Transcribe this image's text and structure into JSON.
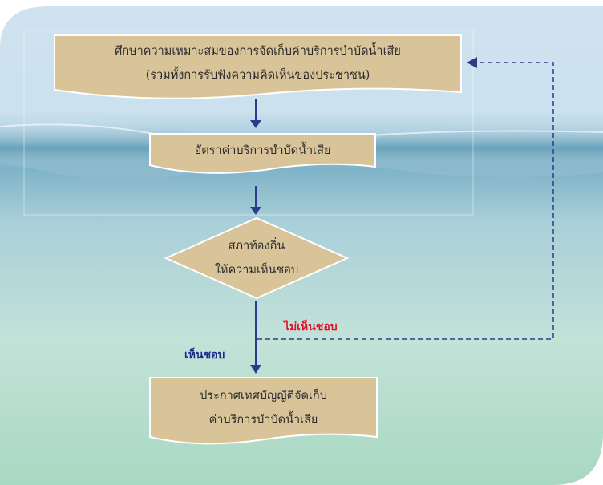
{
  "diagram": {
    "nodes": {
      "study": {
        "line1": "ศึกษาความเหมาะสมของการจัดเก็บค่าบริการบำบัดน้ำเสีย",
        "line2": "(รวมทั้งการรับฟังความคิดเห็นของประชาชน)"
      },
      "rate": {
        "text": "อัตราค่าบริการบำบัดน้ำเสีย"
      },
      "council": {
        "line1": "สภาท้องถิ่น",
        "line2": "ให้ความเห็นชอบ"
      },
      "announce": {
        "line1": "ประกาศเทศบัญญัติจัดเก็บ",
        "line2": "ค่าบริการบำบัดน้ำเสีย"
      }
    },
    "edges": {
      "approved_label": "เห็นชอบ",
      "not_approved_label": "ไม่เห็นชอบ"
    }
  },
  "colors": {
    "box_fill": "#d9c49a",
    "box_stroke": "#ffffff",
    "arrow": "#2e3a8c",
    "approved_text": "#1e2a8a",
    "not_approved_text": "#e0102a",
    "panel_top": "#cfe3ee",
    "panel_bottom": "#a9d7c4"
  }
}
